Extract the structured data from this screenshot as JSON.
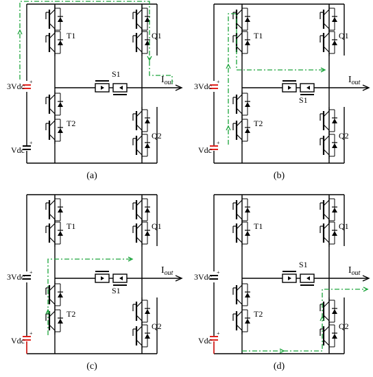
{
  "colors": {
    "wire": "#000000",
    "cap_active": "#e0201b",
    "current_path": "#1aa33a"
  },
  "panels": [
    {
      "id": "a",
      "caption": "(a)",
      "top_source_label": "3Vdc",
      "bottom_source_label": "Vdc",
      "top_cap_active": true,
      "bottom_cap_active": false,
      "output_label": "I",
      "output_subscript": "out",
      "switch_labels": {
        "t1": "T1",
        "t2": "T2",
        "q1": "Q1",
        "q2": "Q2",
        "s1": "S1"
      },
      "s1_label_below": false,
      "current_path_description_shown": false
    },
    {
      "id": "b",
      "caption": "(b)",
      "top_source_label": "3Vdc",
      "bottom_source_label": "Vdc",
      "top_cap_active": true,
      "bottom_cap_active": true,
      "output_label": "I",
      "output_subscript": "out",
      "switch_labels": {
        "t1": "T1",
        "t2": "T2",
        "q1": "Q1",
        "q2": "Q2",
        "s1": "S1"
      },
      "s1_label_below": true
    },
    {
      "id": "c",
      "caption": "(c)",
      "top_source_label": "3Vdc",
      "bottom_source_label": "Vdc",
      "top_cap_active": false,
      "bottom_cap_active": true,
      "output_label": "I",
      "output_subscript": "out",
      "switch_labels": {
        "t1": "T1",
        "t2": "T2",
        "q1": "Q1",
        "q2": "Q2",
        "s1": "S1"
      },
      "s1_label_below": true
    },
    {
      "id": "d",
      "caption": "(d)",
      "top_source_label": "3Vdc",
      "bottom_source_label": "Vdc",
      "top_cap_active": false,
      "bottom_cap_active": true,
      "output_label": "I",
      "output_subscript": "out",
      "switch_labels": {
        "t1": "T1",
        "t2": "T2",
        "q1": "Q1",
        "q2": "Q2",
        "s1": "S1"
      },
      "s1_label_below": false
    }
  ]
}
